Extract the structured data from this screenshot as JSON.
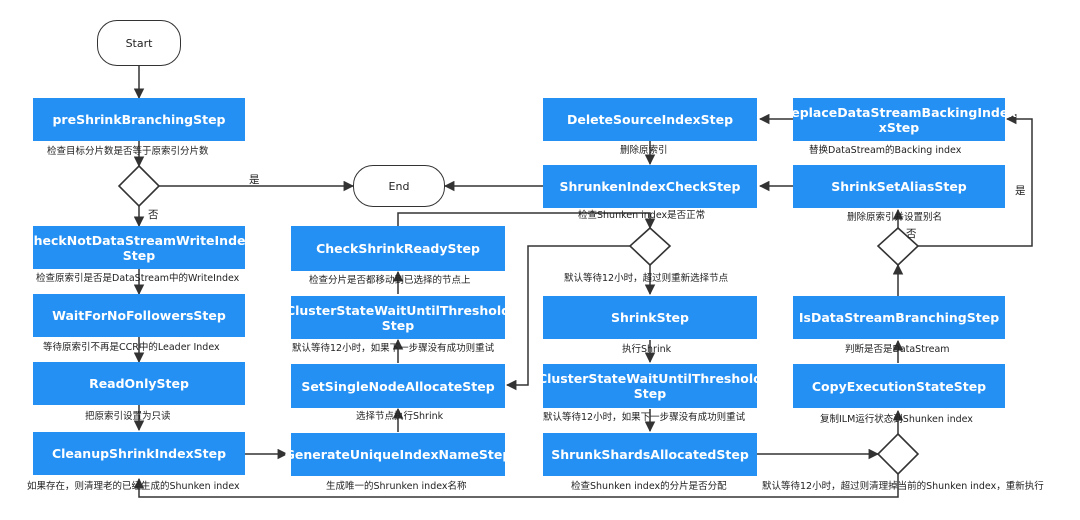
{
  "terminals": {
    "start": "Start",
    "end": "End"
  },
  "steps": {
    "preShrinkBranching": "preShrinkBranchingStep",
    "checkNotDataStreamWriteIndex": "CheckNotDataStreamWriteIndex Step",
    "waitForNoFollowers": "WaitForNoFollowersStep",
    "readOnly": "ReadOnlyStep",
    "cleanupShrinkIndex": "CleanupShrinkIndexStep",
    "checkShrinkReady": "CheckShrinkReadyStep",
    "clusterStateWait1": "ClusterStateWaitUntilThreshold Step",
    "setSingleNodeAllocate": "SetSingleNodeAllocateStep",
    "generateUniqueIndexName": "GenerateUniqueIndexNameStep",
    "deleteSourceIndex": "DeleteSourceIndexStep",
    "shrunkenIndexCheck": "ShrunkenIndexCheckStep",
    "shrink": "ShrinkStep",
    "clusterStateWait2": "ClusterStateWaitUntilThreshold Step",
    "shrunkShardsAllocated": "ShrunkShardsAllocatedStep",
    "replaceDataStreamBackingIndex": "ReplaceDataStreamBackingIndex xStep",
    "shrinkSetAlias": "ShrinkSetAliasStep",
    "isDataStreamBranching": "IsDataStreamBranchingStep",
    "copyExecutionState": "CopyExecutionStateStep"
  },
  "notes": {
    "preShrinkBranching": "检查目标分片数是否等于原索引分片数",
    "checkNotDataStreamWriteIndex": "检查原索引是否是DataStream中的WriteIndex",
    "waitForNoFollowers": "等待原索引不再是CCR中的Leader Index",
    "readOnly": "把原索引设置为只读",
    "cleanupShrinkIndex": "如果存在，则清理老的已经生成的Shunken index",
    "checkShrinkReady": "检查分片是否都移动到已选择的节点上",
    "clusterStateWait1": "默认等待12小时，如果下一步骤没有成功则重试",
    "setSingleNodeAllocate": "选择节点执行Shrink",
    "generateUniqueIndexName": "生成唯一的Shrunken index名称",
    "deleteSourceIndex": "删除原索引",
    "shrunkenIndexCheck": "检查Shunken index是否正常",
    "retryCheck": "默认等待12小时，超过则重新选择节点",
    "shrink": "执行Shrink",
    "clusterStateWait2": "默认等待12小时，如果下一步骤没有成功则重试",
    "shrunkShardsAllocated": "检查Shunken index的分片是否分配",
    "retryShrunk": "默认等待12小时，超过则清理掉当前的Shunken index，重新执行",
    "replaceDataStreamBackingIndex": "替换DataStream的Backing index",
    "shrinkSetAlias": "删除原索引并设置别名",
    "isDataStreamBranching": "判断是否是DataStream",
    "copyExecutionState": "复制ILM运行状态到Shunken index"
  },
  "labels": {
    "yes1": "是",
    "no1": "否",
    "yes2": "是",
    "no2": "否"
  }
}
